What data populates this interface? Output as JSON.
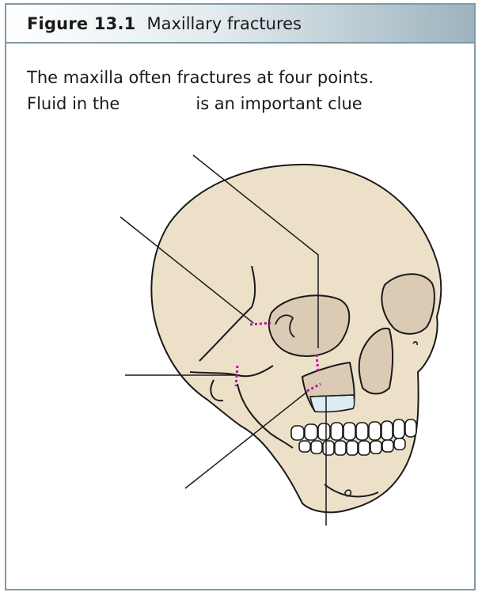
{
  "figure": {
    "label": "Figure 13.1",
    "title": "Maxillary fractures"
  },
  "caption": {
    "line1": "The maxilla often fractures at four points.",
    "line2_start": "Fluid in the",
    "line2_end": "is an important clue"
  },
  "colors": {
    "frame": "#7f9aa6",
    "bone": "#ede0c9",
    "orbit_fill": "#dbcbb4",
    "sinus_fluid": "#dcecf3",
    "fracture_marks": "#c0129a",
    "outline": "#1a1a1a"
  }
}
